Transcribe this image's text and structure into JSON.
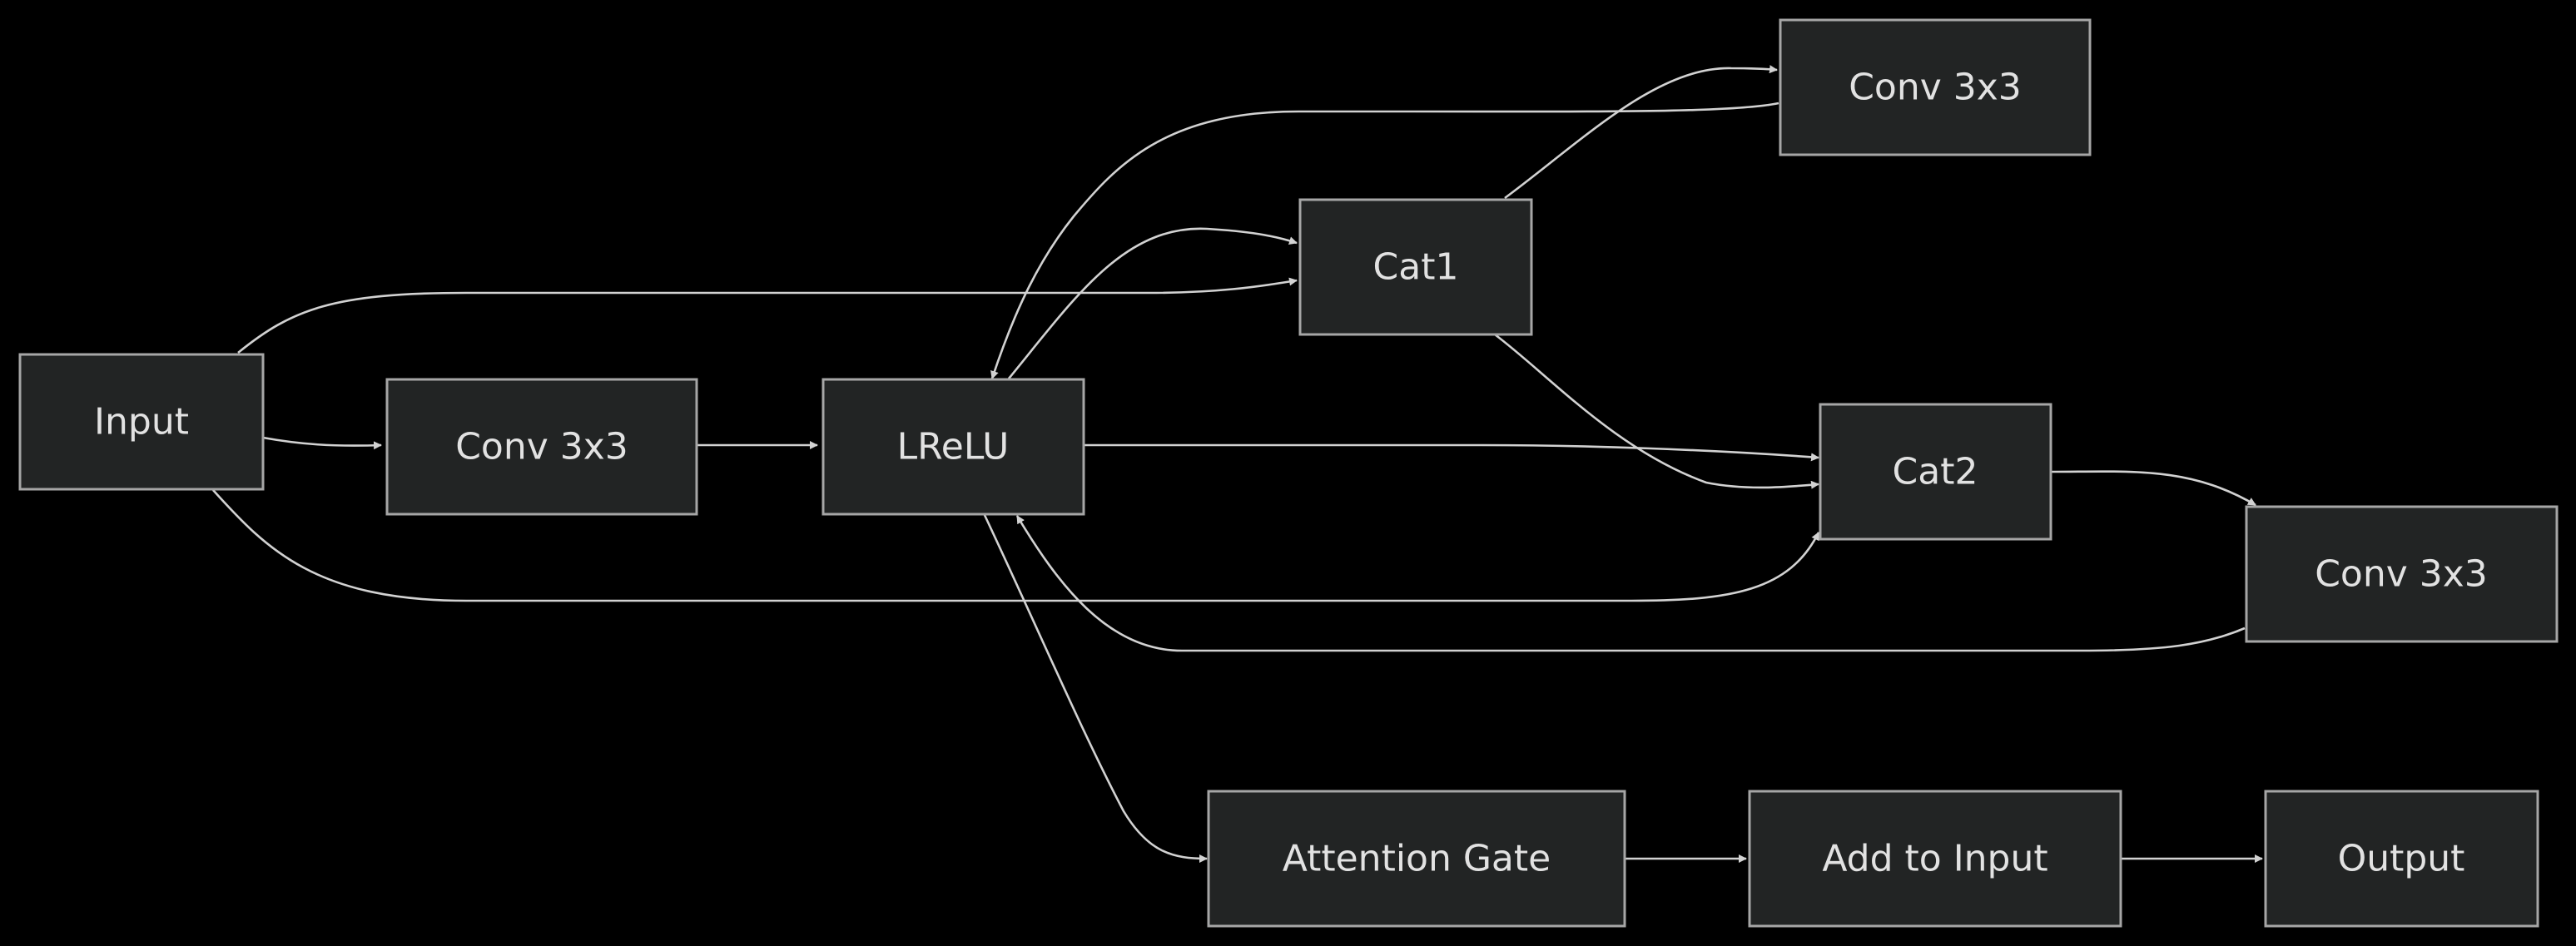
{
  "diagram": {
    "type": "flowchart",
    "nodes": [
      {
        "id": "input",
        "label": "Input"
      },
      {
        "id": "conv1",
        "label": "Conv 3x3"
      },
      {
        "id": "lrelu",
        "label": "LReLU"
      },
      {
        "id": "cat1",
        "label": "Cat1"
      },
      {
        "id": "conv2",
        "label": "Conv 3x3"
      },
      {
        "id": "cat2",
        "label": "Cat2"
      },
      {
        "id": "conv3",
        "label": "Conv 3x3"
      },
      {
        "id": "attention",
        "label": "Attention Gate"
      },
      {
        "id": "add",
        "label": "Add to Input"
      },
      {
        "id": "output",
        "label": "Output"
      }
    ],
    "edges": [
      {
        "from": "input",
        "to": "conv1"
      },
      {
        "from": "conv1",
        "to": "lrelu"
      },
      {
        "from": "input",
        "to": "cat1"
      },
      {
        "from": "lrelu",
        "to": "cat1"
      },
      {
        "from": "cat1",
        "to": "conv2"
      },
      {
        "from": "conv2",
        "to": "lrelu"
      },
      {
        "from": "input",
        "to": "cat2"
      },
      {
        "from": "lrelu",
        "to": "cat2"
      },
      {
        "from": "cat1",
        "to": "cat2"
      },
      {
        "from": "cat2",
        "to": "conv3"
      },
      {
        "from": "conv3",
        "to": "lrelu"
      },
      {
        "from": "lrelu",
        "to": "attention"
      },
      {
        "from": "attention",
        "to": "add"
      },
      {
        "from": "add",
        "to": "output"
      }
    ]
  },
  "colors": {
    "background": "#000000",
    "node_fill": "#222424",
    "node_stroke": "#a6a6a6",
    "edge": "#d2d2d2",
    "text": "#e2e2e2"
  }
}
